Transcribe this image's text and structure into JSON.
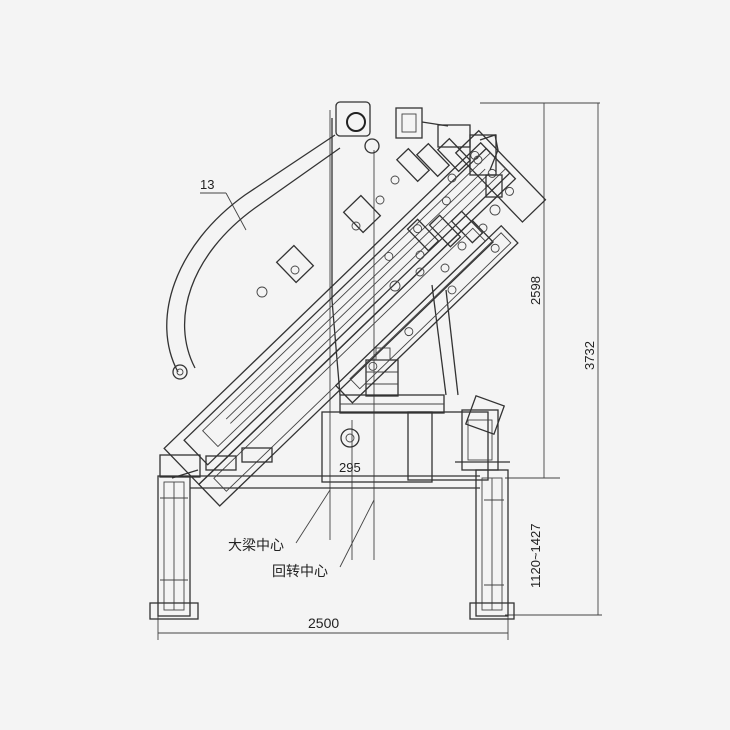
{
  "labels": {
    "part_number": "13",
    "dim_width": "2500",
    "dim_offset": "295",
    "dim_boom_height": "2598",
    "dim_total_height": "3732",
    "dim_frame_height": "1120~1427",
    "beam_center": "大梁中心",
    "slew_center": "回转中心"
  }
}
